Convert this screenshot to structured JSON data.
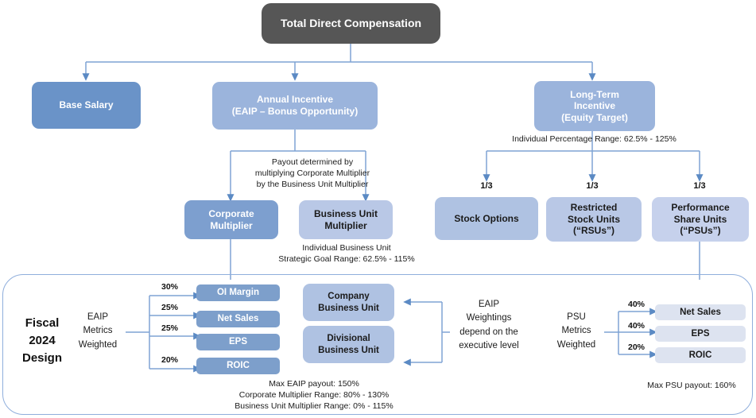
{
  "diagram": {
    "title": "Total Direct Compensation",
    "accent_color": "#6A93C8",
    "wire_color": "#8FAEDC",
    "root": {
      "label": "Total Direct Compensation"
    },
    "tier1": [
      {
        "label": "Base Salary"
      },
      {
        "label_line1": "Annual Incentive",
        "label_line2": "(EAIP – Bonus Opportunity)"
      },
      {
        "label_line1": "Long-Term",
        "label_line2": "Incentive",
        "label_line3": "(Equity Target)"
      }
    ],
    "eaip": {
      "connector_note_line1": "Payout determined by",
      "connector_note_line2": "multiplying Corporate Multiplier",
      "connector_note_line3": "by the Business Unit Multiplier",
      "corporate_multiplier_line1": "Corporate",
      "corporate_multiplier_line2": "Multiplier",
      "business_unit_multiplier_line1": "Business Unit",
      "business_unit_multiplier_line2": "Multiplier",
      "bu_note_line1": "Individual Business Unit",
      "bu_note_line2": "Strategic Goal Range: 62.5% - 115%"
    },
    "lti": {
      "range_note": "Individual Percentage Range: 62.5% - 125%",
      "vehicles": [
        {
          "fraction": "1/3",
          "label_line1": "Stock Options",
          "label_line2": "",
          "label_line3": ""
        },
        {
          "fraction": "1/3",
          "label_line1": "Restricted",
          "label_line2": "Stock Units",
          "label_line3": "(“RSUs”)"
        },
        {
          "fraction": "1/3",
          "label_line1": "Performance",
          "label_line2": "Share Units",
          "label_line3": "(“PSUs”)"
        }
      ]
    },
    "panel": {
      "fiscal_line1": "Fiscal",
      "fiscal_line2": "2024",
      "fiscal_line3": "Design",
      "eaip_metrics_label_line1": "EAIP",
      "eaip_metrics_label_line2": "Metrics",
      "eaip_metrics_label_line3": "Weighted",
      "eaip_metrics": [
        {
          "weight": "30%",
          "label": "OI Margin"
        },
        {
          "weight": "25%",
          "label": "Net Sales"
        },
        {
          "weight": "25%",
          "label": "EPS"
        },
        {
          "weight": "20%",
          "label": "ROIC"
        }
      ],
      "business_units": [
        {
          "label_line1": "Company",
          "label_line2": "Business Unit"
        },
        {
          "label_line1": "Divisional",
          "label_line2": "Business Unit"
        }
      ],
      "weighting_note_line1": "EAIP",
      "weighting_note_line2": "Weightings",
      "weighting_note_line3": "depend on the",
      "weighting_note_line4": "executive level",
      "psu_metrics_label_line1": "PSU",
      "psu_metrics_label_line2": "Metrics",
      "psu_metrics_label_line3": "Weighted",
      "psu_metrics": [
        {
          "weight": "40%",
          "label": "Net Sales"
        },
        {
          "weight": "40%",
          "label": "EPS"
        },
        {
          "weight": "20%",
          "label": "ROIC"
        }
      ],
      "eaip_footnote_line1": "Max EAIP payout: 150%",
      "eaip_footnote_line2": "Corporate Multiplier Range: 80% - 130%",
      "eaip_footnote_line3": "Business Unit Multiplier Range: 0% - 115%",
      "psu_footnote": "Max PSU payout: 160%"
    }
  }
}
